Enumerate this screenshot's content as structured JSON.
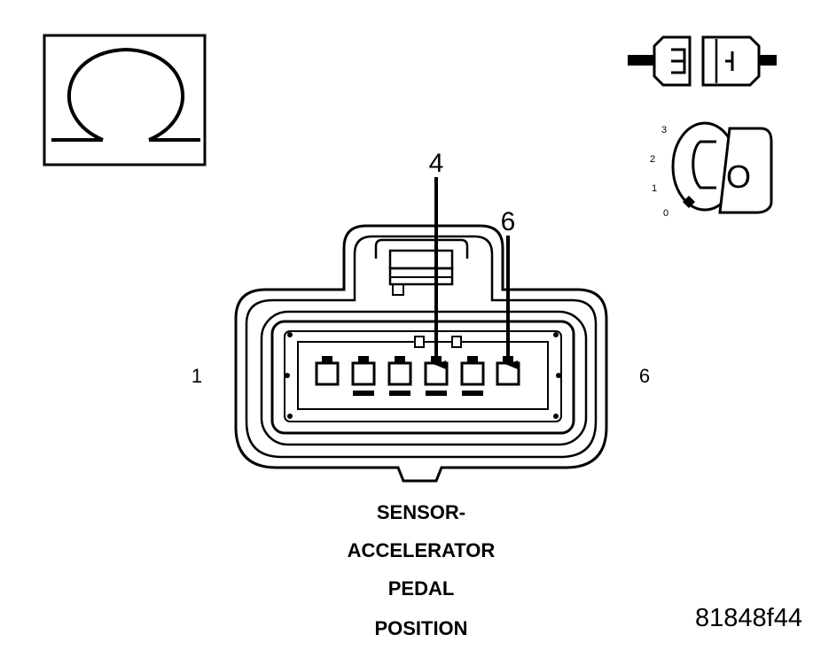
{
  "ohmmeter_symbol": {
    "icon": "omega-icon"
  },
  "connector_icon": {
    "icon": "connector-disconnected-icon"
  },
  "ignition_key_icon": {
    "icon": "ignition-key-off-icon",
    "positions": [
      "3",
      "2",
      "1",
      "0"
    ],
    "key_label": "O"
  },
  "connector": {
    "pin_callouts": [
      "4",
      "6"
    ],
    "end_label_left": "1",
    "end_label_right": "6"
  },
  "caption": {
    "lines": [
      "SENSOR-",
      "ACCELERATOR",
      "PEDAL",
      "POSITION"
    ]
  },
  "figure_id": "81848f44"
}
